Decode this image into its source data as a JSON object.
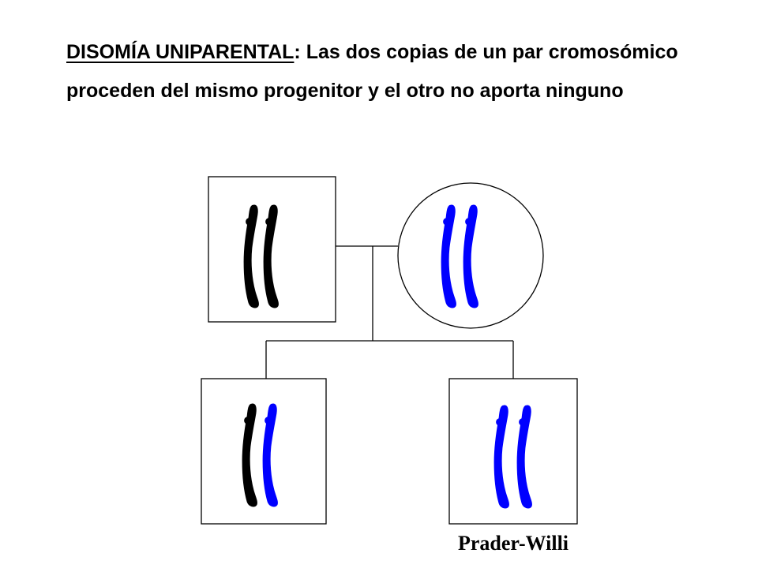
{
  "title": {
    "term": "DISOMÍA UNIPARENTAL",
    "separator": ": ",
    "definition": "Las dos copias de un par cromosómico proceden del mismo progenitor y el otro no aporta ninguno"
  },
  "pedigree": {
    "father": {
      "symbol": "square",
      "chromosomes": [
        "black",
        "black"
      ]
    },
    "mother": {
      "symbol": "circle",
      "chromosomes": [
        "blue",
        "blue"
      ]
    },
    "children": [
      {
        "symbol": "square",
        "chromosomes": [
          "black",
          "blue"
        ],
        "label": ""
      },
      {
        "symbol": "square",
        "chromosomes": [
          "blue",
          "blue"
        ],
        "label": "Prader-Willi"
      }
    ]
  },
  "colors": {
    "paternal": "#000000",
    "maternal": "#0000ff",
    "outline": "#000000",
    "background": "#ffffff"
  }
}
